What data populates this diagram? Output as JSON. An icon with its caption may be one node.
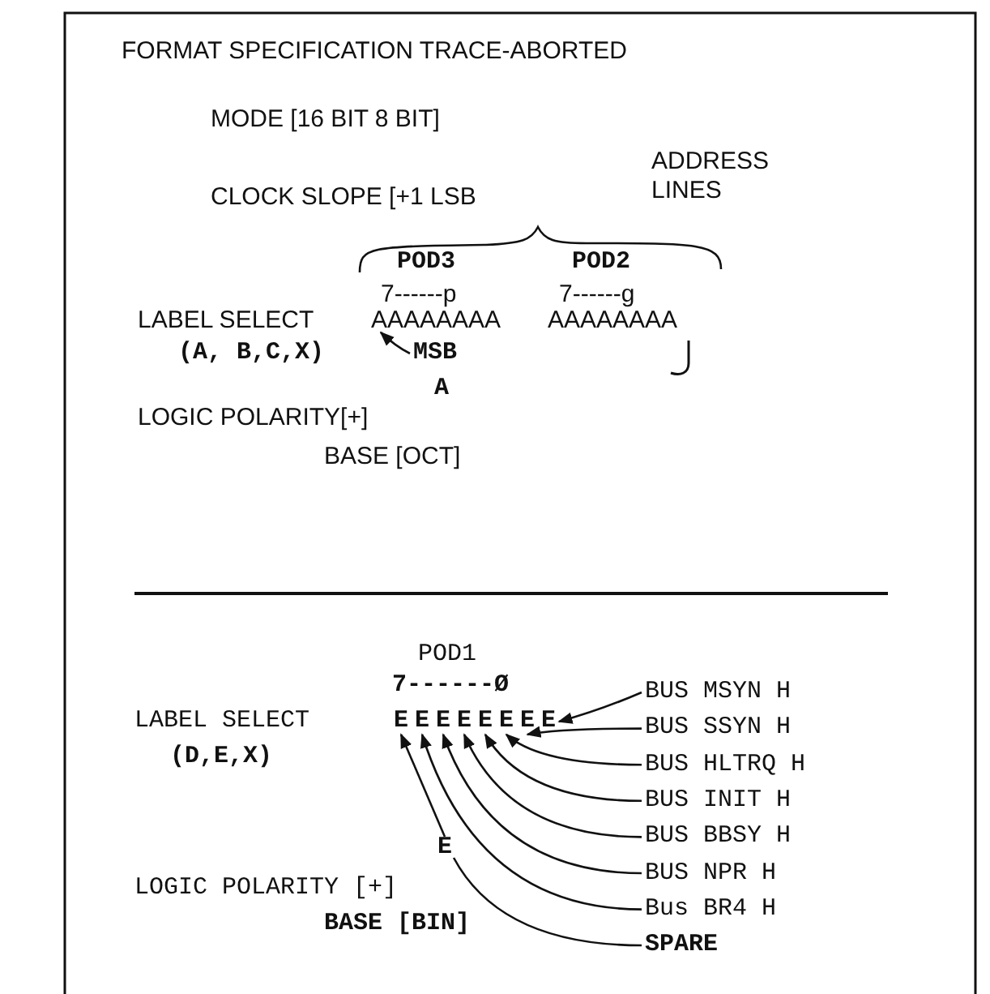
{
  "diagram": {
    "title": "FORMAT SPECIFICATION TRACE-ABORTED",
    "nodes": [
      {
        "text": [
          "MSB"
        ]
      },
      {
        "text": [
          "AAAAAAAA"
        ]
      },
      {
        "text": [
          "E"
        ]
      },
      {
        "text": [
          "E"
        ]
      },
      {
        "text": [
          "E"
        ]
      },
      {
        "text": [
          "E"
        ]
      },
      {
        "text": [
          "E"
        ]
      },
      {
        "text": [
          "E"
        ]
      },
      {
        "text": [
          "E"
        ]
      },
      {
        "text": [
          "E"
        ]
      },
      {
        "text": [
          "E"
        ]
      },
      {
        "text": [
          "BUS MSYN H"
        ]
      },
      {
        "text": [
          "BUS SSYN H"
        ]
      },
      {
        "text": [
          "BUS HLTRQ H"
        ]
      },
      {
        "text": [
          "BUS INIT H"
        ]
      },
      {
        "text": [
          "BUS BBSY H"
        ]
      },
      {
        "text": [
          "BUS NPR H"
        ]
      },
      {
        "text": [
          "Bus BR4 H"
        ]
      },
      {
        "text": [
          "SPARE"
        ]
      }
    ],
    "edges": [
      {
        "from": 0,
        "to": 1,
        "arrow": "to"
      },
      {
        "from": 11,
        "to": 9,
        "arrow": "to"
      },
      {
        "from": 12,
        "to": 8,
        "arrow": "to"
      },
      {
        "from": 13,
        "to": 7,
        "arrow": "to"
      },
      {
        "from": 14,
        "to": 6,
        "arrow": "to"
      },
      {
        "from": 15,
        "to": 5,
        "arrow": "to"
      },
      {
        "from": 16,
        "to": 4,
        "arrow": "to"
      },
      {
        "from": 17,
        "to": 3,
        "arrow": "to"
      },
      {
        "from": 10,
        "to": 2,
        "arrow": "to"
      },
      {
        "from": 18,
        "to": 10,
        "arrow": "none"
      }
    ],
    "labels": [
      "MODE [16 BIT 8 BIT]",
      "ADDRESS LINES",
      "CLOCK SLOPE [+1 LSB",
      "POD3",
      "POD2",
      "7------p",
      "7------g",
      "LABEL SELECT",
      "AAAAAAAA",
      "(A, B,C,X)",
      "A",
      "LOGIC POLARITY[+]",
      "BASE [OCT]",
      "POD1",
      "7------Ø",
      "LABEL SELECT",
      "(D,E,X)",
      "LOGIC POLARITY [+]",
      "BASE [BIN]"
    ]
  }
}
